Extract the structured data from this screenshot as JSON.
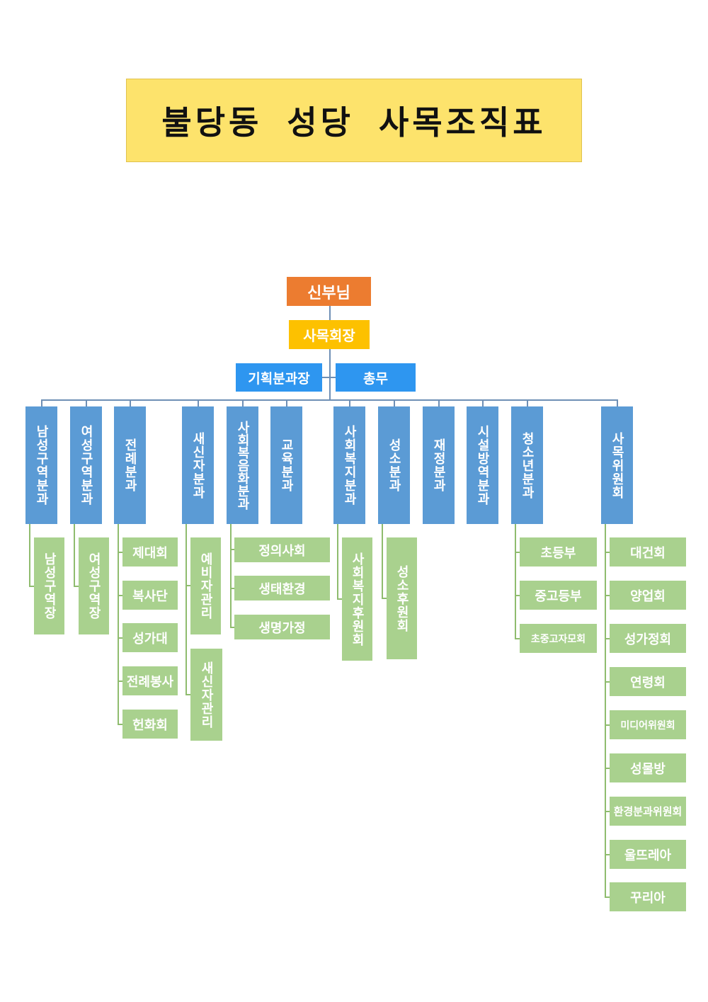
{
  "title": "불당동 성당 사목조직표",
  "top": {
    "priest": "신부님",
    "chair": "사목회장",
    "planning": "기획분과장",
    "general": "총무"
  },
  "departments": [
    {
      "label": "남성구역분과",
      "subs": [
        "남성구역장"
      ]
    },
    {
      "label": "여성구역분과",
      "subs": [
        "여성구역장"
      ]
    },
    {
      "label": "전례분과",
      "subs": [
        "제대회",
        "복사단",
        "성가대",
        "전례봉사",
        "헌화회"
      ]
    },
    {
      "label": "새신자분과",
      "subs": [
        "예비자관리",
        "새신자관리"
      ]
    },
    {
      "label": "사회복음화분과",
      "subs": [
        "정의사회",
        "생태환경",
        "생명가정"
      ]
    },
    {
      "label": "교육분과",
      "subs": []
    },
    {
      "label": "사회복지분과",
      "subs": [
        "사회복지후원회"
      ]
    },
    {
      "label": "성소분과",
      "subs": [
        "성소후원회"
      ]
    },
    {
      "label": "재정분과",
      "subs": []
    },
    {
      "label": "시설방역분과",
      "subs": []
    },
    {
      "label": "청소년분과",
      "subs": [
        "초등부",
        "중고등부",
        "초중고자모회"
      ]
    },
    {
      "label": "사목위원회",
      "subs": [
        "대건회",
        "양업회",
        "성가정회",
        "연령회",
        "미디어위원회",
        "성물방",
        "환경분과위원회",
        "울뜨레아",
        "꾸리아"
      ]
    }
  ]
}
